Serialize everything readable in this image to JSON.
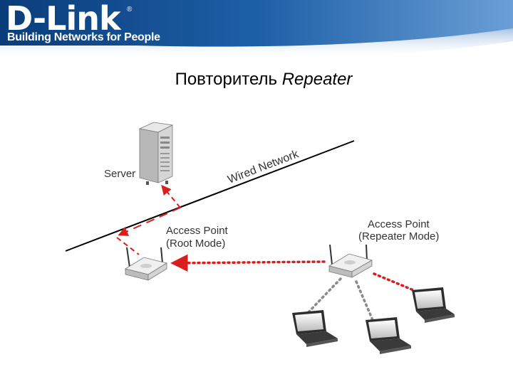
{
  "header": {
    "logo_word": "D-Link",
    "logo_reg": "®",
    "tagline": "Building Networks for People",
    "colors": {
      "band_dark": "#0a3d7a",
      "band_light": "#4a86c8"
    }
  },
  "title": {
    "ru": "Повторитель",
    "en": "Repeater"
  },
  "diagram": {
    "labels": {
      "server": "Server",
      "wired_network": "Wired Network",
      "root_ap_line1": "Access Point",
      "root_ap_line2": "(Root Mode)",
      "rep_ap_line1": "Access Point",
      "rep_ap_line2": "(Repeater Mode)"
    },
    "colors": {
      "dashed": "#d81e1e",
      "dotted_gray": "#8a8a8a",
      "line": "#000000"
    }
  }
}
